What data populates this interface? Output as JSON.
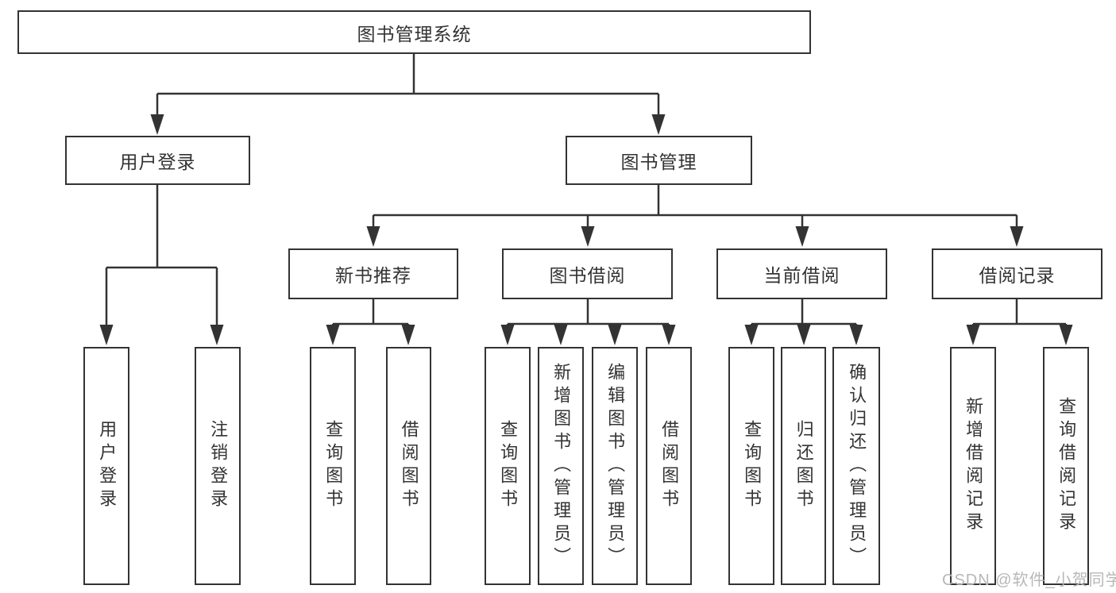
{
  "title": "图书管理系统",
  "watermark": "CSDN @软件_小贺同学",
  "colors": {
    "line": "#333333",
    "box_border": "#333333",
    "box_background": "#ffffff",
    "text": "#333333",
    "watermark": "#b7b7b7",
    "page_background": "#ffffff"
  },
  "tree": {
    "label": "图书管理系统",
    "children": [
      {
        "label": "用户登录",
        "children": [
          {
            "label": "用户登录"
          },
          {
            "label": "注销登录"
          }
        ]
      },
      {
        "label": "图书管理",
        "children": [
          {
            "label": "新书推荐",
            "children": [
              {
                "label": "查询图书"
              },
              {
                "label": "借阅图书"
              }
            ]
          },
          {
            "label": "图书借阅",
            "children": [
              {
                "label": "查询图书"
              },
              {
                "label": "新增图书（管理员）"
              },
              {
                "label": "编辑图书（管理员）"
              },
              {
                "label": "借阅图书"
              }
            ]
          },
          {
            "label": "当前借阅",
            "children": [
              {
                "label": "查询图书"
              },
              {
                "label": "归还图书"
              },
              {
                "label": "确认归还（管理员）"
              }
            ]
          },
          {
            "label": "借阅记录",
            "children": [
              {
                "label": "新增借阅记录"
              },
              {
                "label": "查询借阅记录"
              }
            ]
          }
        ]
      }
    ]
  }
}
